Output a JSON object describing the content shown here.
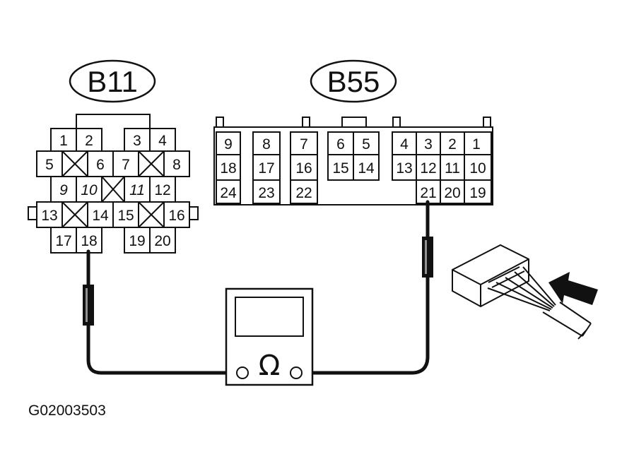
{
  "connectors": {
    "b11": {
      "label": "B11",
      "pins": [
        "1",
        "2",
        "3",
        "4",
        "5",
        "6",
        "7",
        "8",
        "9",
        "10",
        "11",
        "12",
        "13",
        "14",
        "15",
        "16",
        "17",
        "18",
        "19",
        "20"
      ]
    },
    "b55": {
      "label": "B55",
      "pins": [
        "1",
        "2",
        "3",
        "4",
        "5",
        "6",
        "7",
        "8",
        "9",
        "10",
        "11",
        "12",
        "13",
        "14",
        "15",
        "16",
        "17",
        "18",
        "19",
        "20",
        "21",
        "22",
        "23",
        "24"
      ]
    }
  },
  "meter": {
    "symbol": "Ω"
  },
  "figure_code": "G02003503",
  "icons": [
    "ohmmeter-icon",
    "probe-icon",
    "connector-harness-icon",
    "arrow-icon"
  ]
}
